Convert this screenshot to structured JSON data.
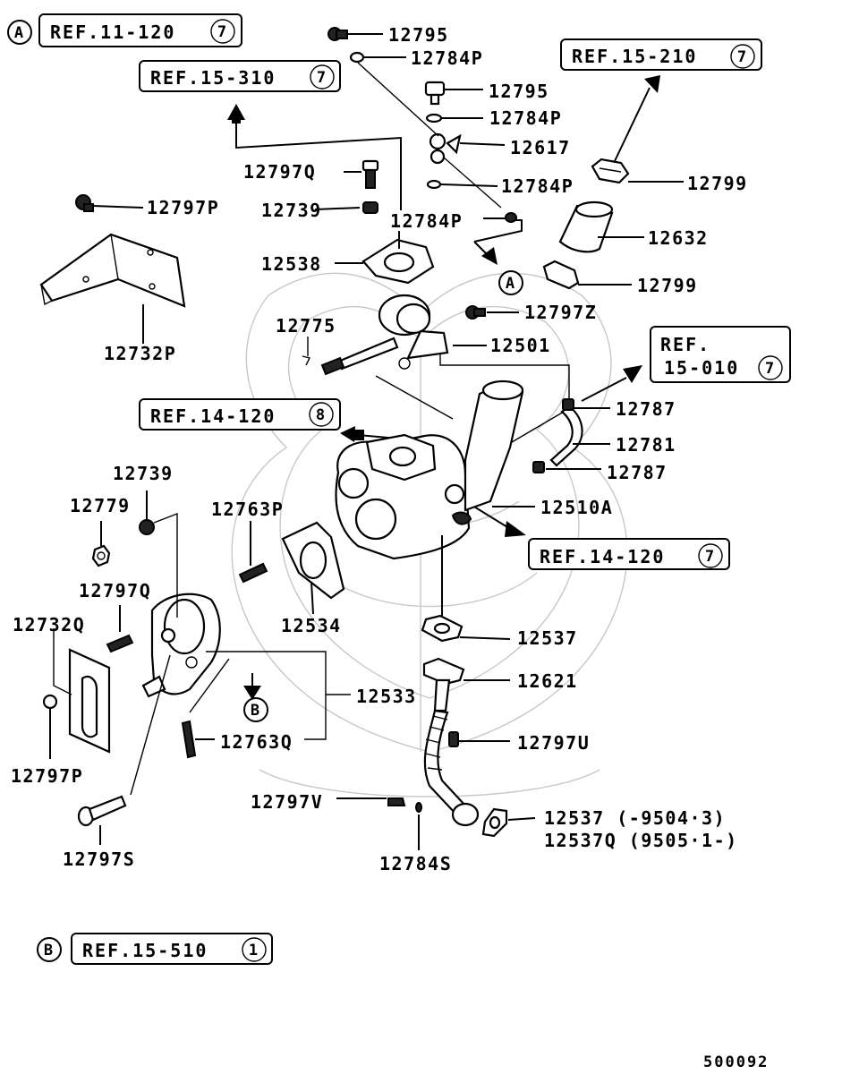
{
  "refs": {
    "a_marker": "A",
    "b_marker": "B",
    "ref_11_120": "REF.11-120",
    "ref_11_120_num": "7",
    "ref_15_310": "REF.15-310",
    "ref_15_310_num": "7",
    "ref_15_210": "REF.15-210",
    "ref_15_210_num": "7",
    "ref_15_010_line1": "REF.",
    "ref_15_010_line2": "15-010",
    "ref_15_010_num": "7",
    "ref_14_120_left": "REF.14-120",
    "ref_14_120_left_num": "8",
    "ref_14_120_right": "REF.14-120",
    "ref_14_120_right_num": "7",
    "ref_15_510": "REF.15-510",
    "ref_15_510_num": "1"
  },
  "parts": {
    "p12795_top": "12795",
    "p12784P_a": "12784P",
    "p12795_b": "12795",
    "p12784P_b": "12784P",
    "p12617": "12617",
    "p12797Q_top": "12797Q",
    "p12784P_c": "12784P",
    "p12799_top": "12799",
    "p12797P_top": "12797P",
    "p12739_top": "12739",
    "p12784P_d": "12784P",
    "p12632": "12632",
    "p12538": "12538",
    "p12799_b": "12799",
    "p12797Z": "12797Z",
    "p12775": "12775",
    "p12501": "12501",
    "p12732P": "12732P",
    "p12787_a": "12787",
    "p12781": "12781",
    "p12787_b": "12787",
    "p12739_left": "12739",
    "p12510A": "12510A",
    "p12779": "12779",
    "p12763P": "12763P",
    "p12797Q_left": "12797Q",
    "p12534": "12534",
    "p12732Q": "12732Q",
    "p12537_a": "12537",
    "p12621": "12621",
    "p12533": "12533",
    "p12763Q": "12763Q",
    "p12797U": "12797U",
    "p12797P_left": "12797P",
    "p12797V": "12797V",
    "p12537_b": "12537 (-9504·3)",
    "p12537Q": "12537Q (9505·1-)",
    "p12797S": "12797S",
    "p12784S": "12784S"
  },
  "footer": {
    "diagram_code": "500092"
  }
}
